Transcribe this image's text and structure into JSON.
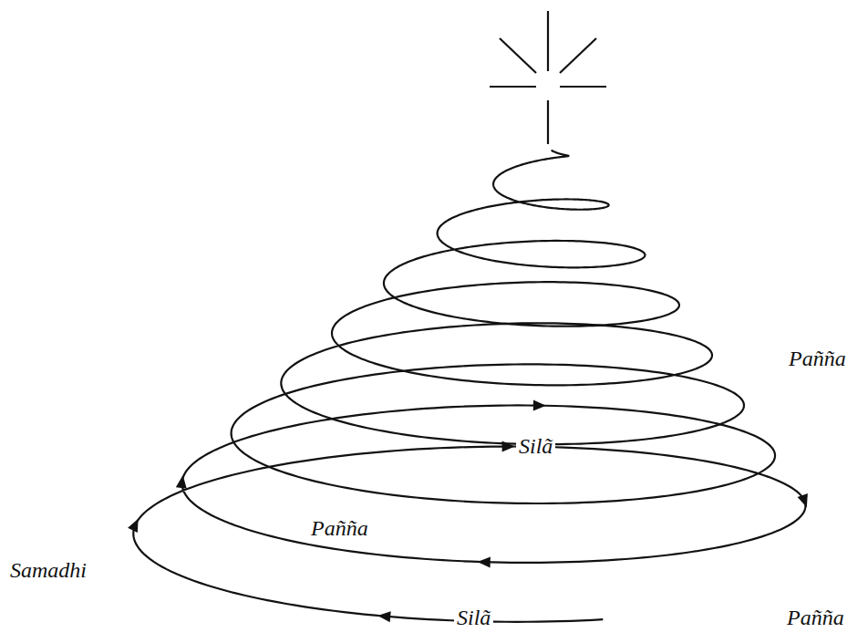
{
  "diagram": {
    "labels": [
      "Pañña",
      "Silã",
      "Pañña",
      "Samadhi",
      "Silã",
      "Pañña"
    ]
  }
}
